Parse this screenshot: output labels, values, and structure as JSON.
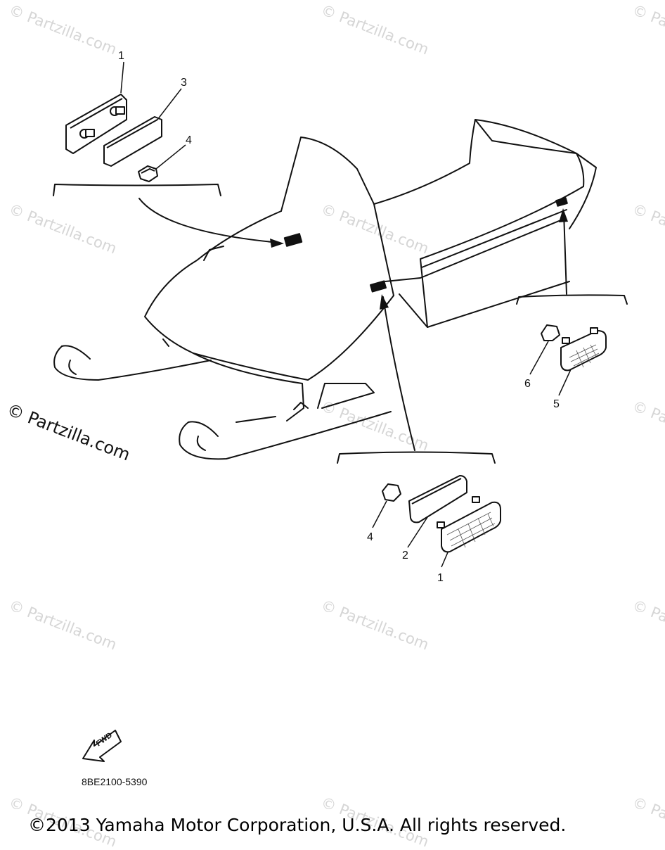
{
  "watermark": {
    "tile_text": "© Partzilla.com",
    "main_text": "© Partzilla.com"
  },
  "callouts": {
    "top_left": [
      "1",
      "3",
      "4"
    ],
    "right": [
      "6",
      "5"
    ],
    "bottom": [
      "4",
      "2",
      "1"
    ]
  },
  "fwd_label": "FWD",
  "diagram_code": "8BE2100-5390",
  "copyright": "©2013 Yamaha Motor Corporation, U.S.A. All rights reserved."
}
